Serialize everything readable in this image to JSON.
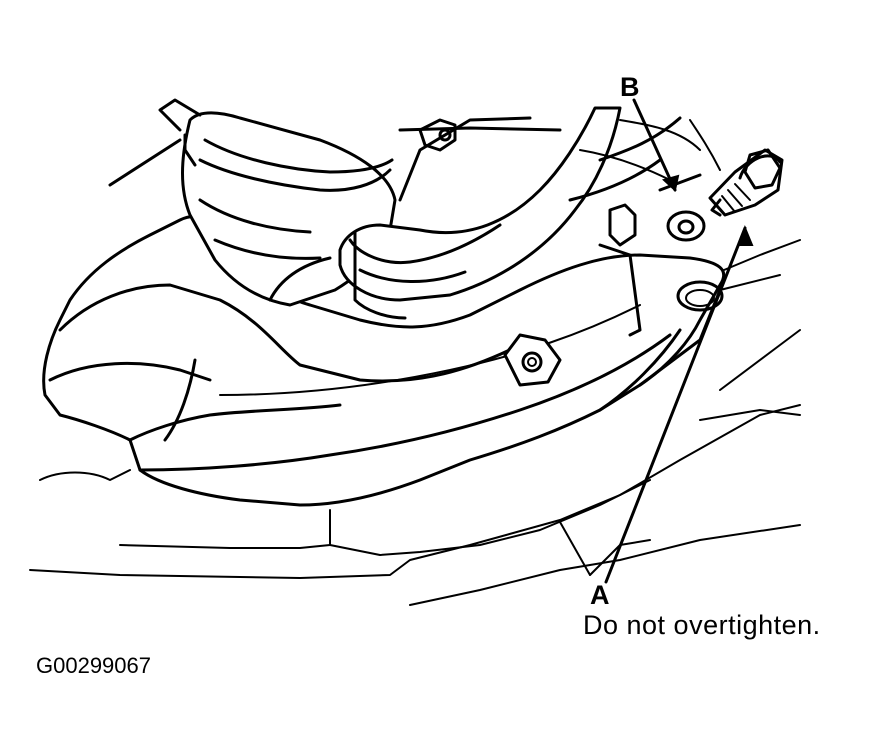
{
  "callouts": {
    "label_b": "B",
    "label_a": "A",
    "note_a": "Do not overtighten."
  },
  "figure_id": "G00299067",
  "colors": {
    "line": "#000000",
    "background": "#ffffff"
  }
}
